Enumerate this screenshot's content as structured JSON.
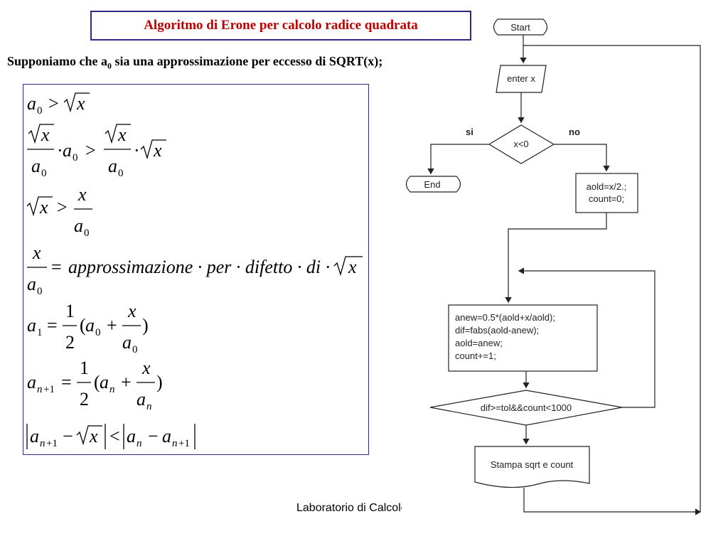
{
  "slide": {
    "title": "Algoritmo di Erone per calcolo radice quadrata",
    "intro": {
      "prefix": "Supponiamo che a",
      "subscript": "0",
      "suffix": " sia una approssimazione per eccesso di SQRT(x);"
    },
    "footer": "Laboratorio di Calcolo"
  },
  "math": {
    "line4_text": "approssimazione · per · difetto · di ·"
  },
  "flowchart": {
    "start": "Start",
    "input": "enter x",
    "decision": "x<0",
    "yes_label": "si",
    "no_label": "no",
    "end": "End",
    "init_lines": [
      "aold=x/2.;",
      "count=0;"
    ],
    "loop_lines": [
      "anew=0.5*(aold+x/aold);",
      "dif=fabs(aold-anew);",
      "aold=anew;",
      "count+=1;"
    ],
    "loop_condition": "dif>=tol&&count<1000",
    "output": "Stampa sqrt e count"
  }
}
